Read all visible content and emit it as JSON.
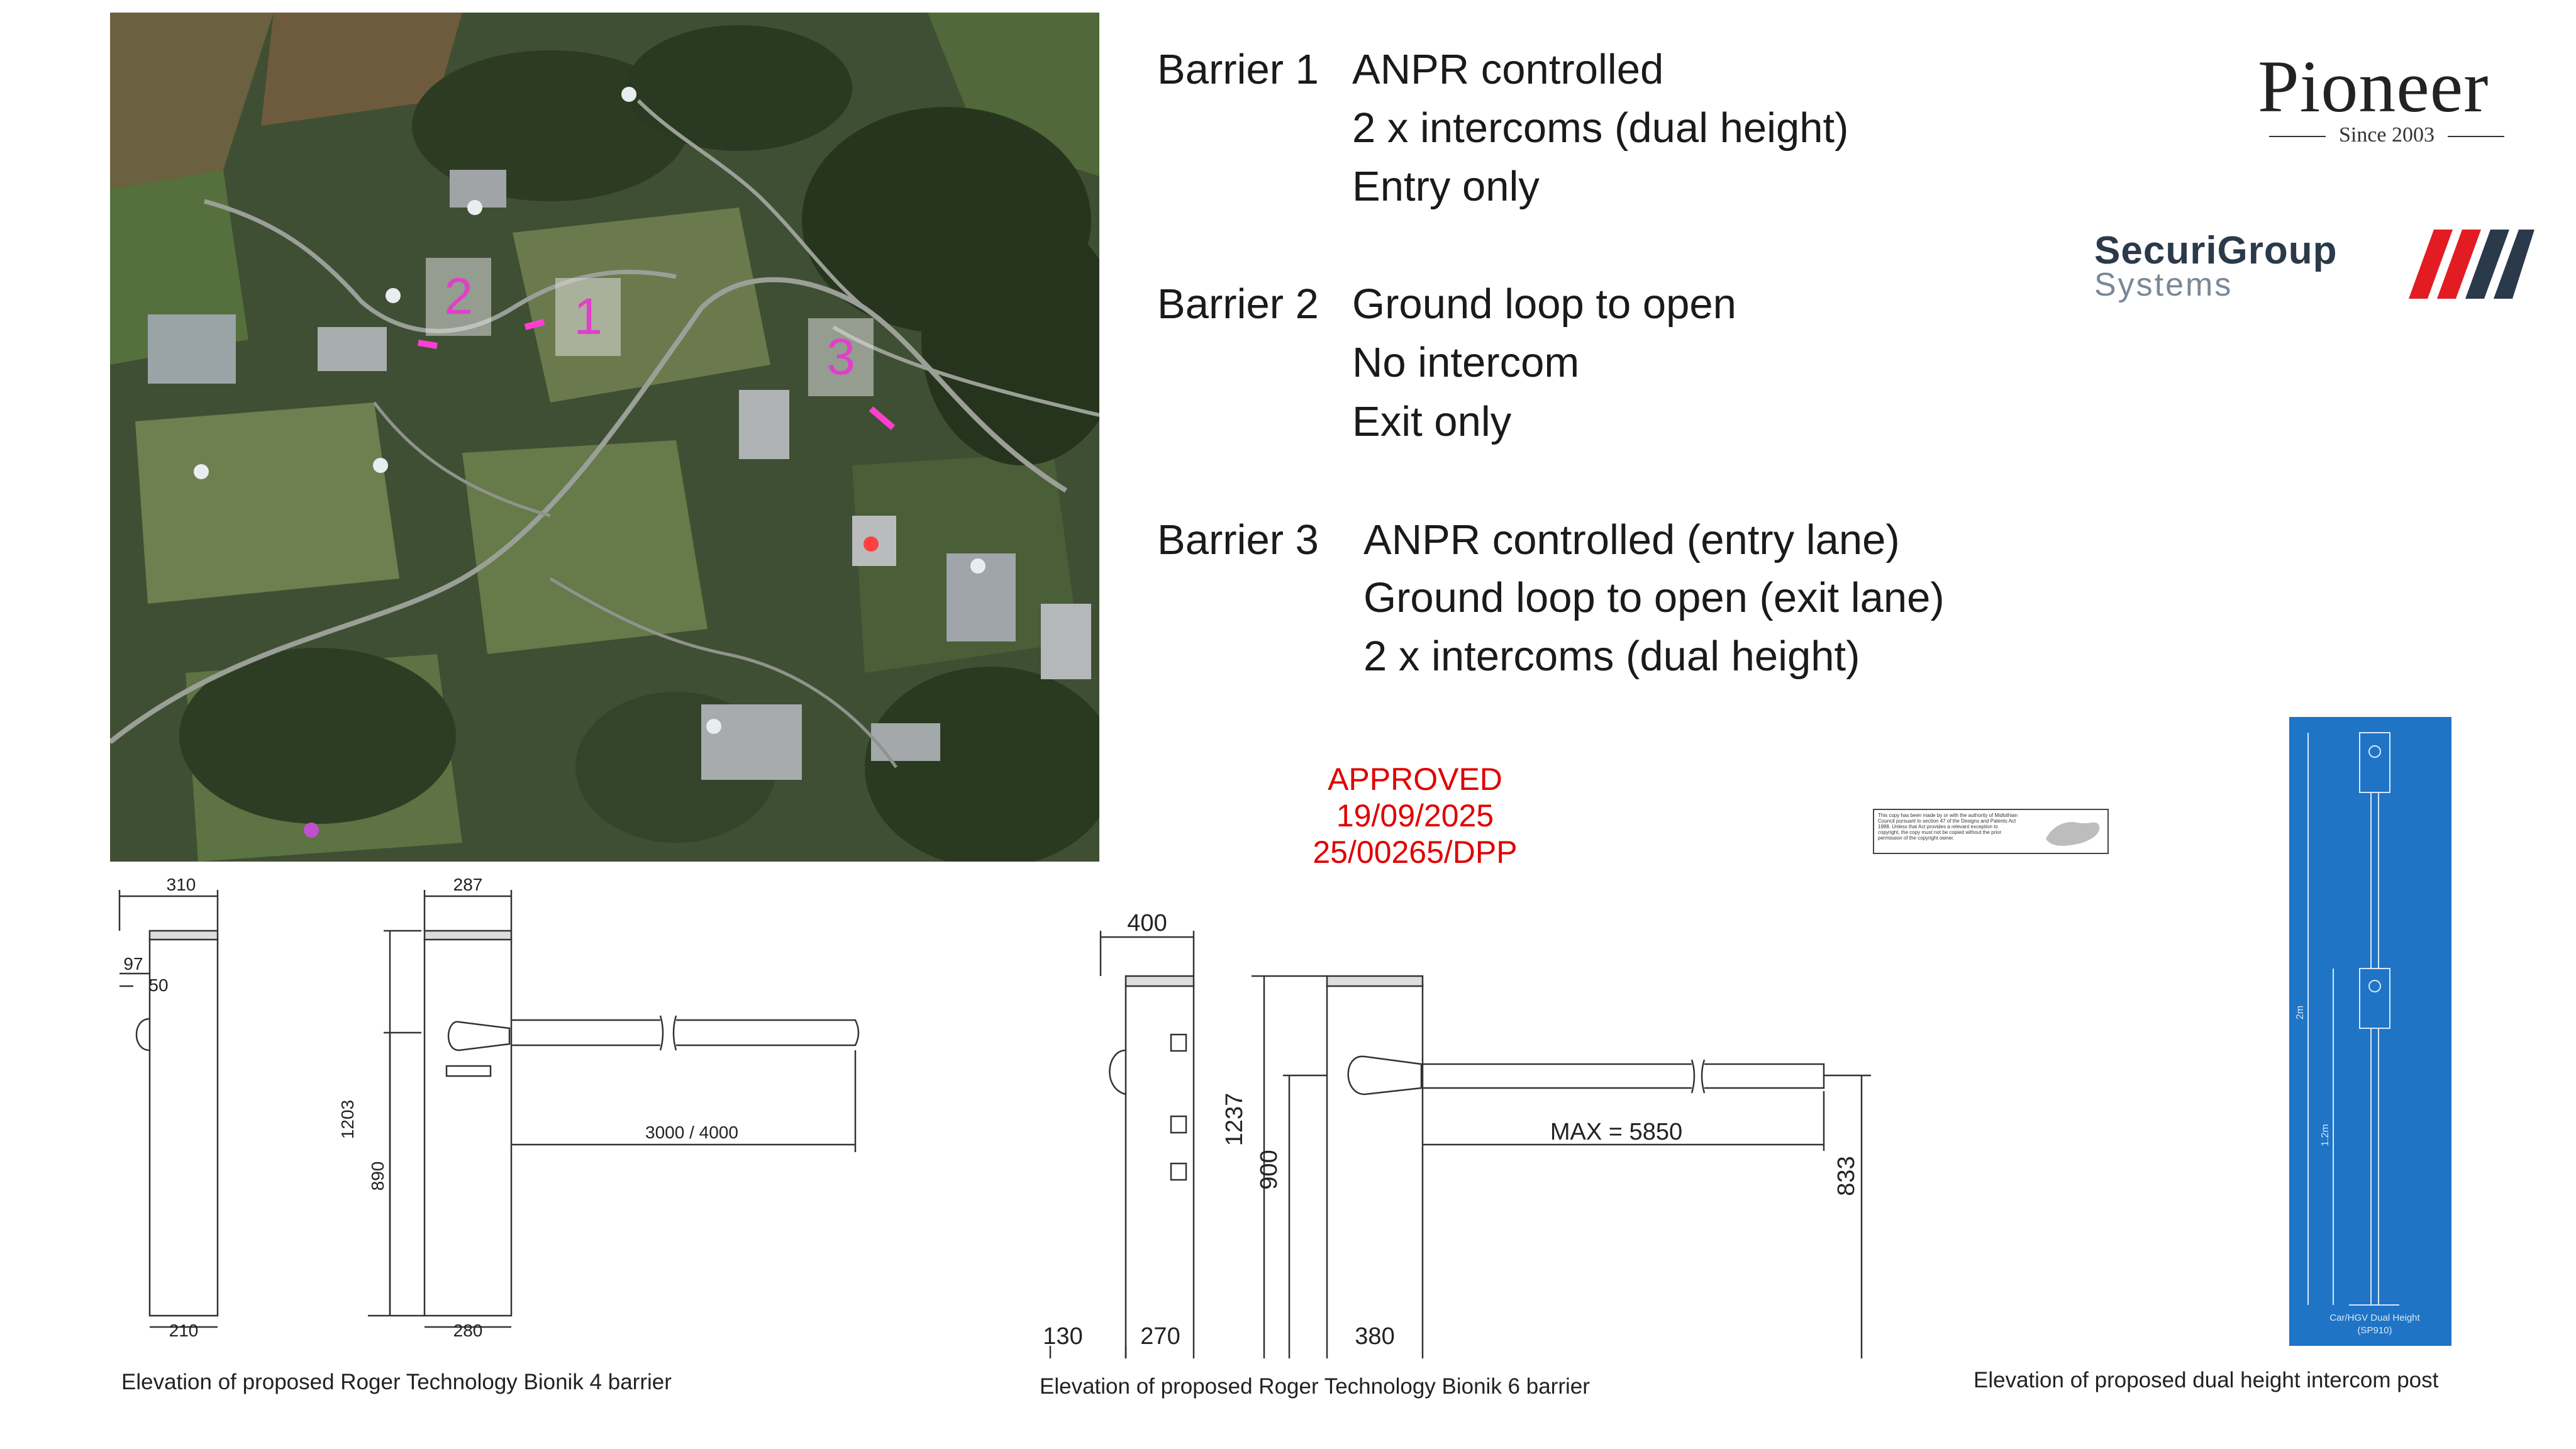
{
  "map": {
    "markers": [
      {
        "label": "2"
      },
      {
        "label": "1"
      },
      {
        "label": "3"
      }
    ]
  },
  "barriers": [
    {
      "name": "Barrier 1",
      "lines": [
        "ANPR controlled",
        "2 x intercoms (dual height)",
        "Entry only"
      ]
    },
    {
      "name": "Barrier 2",
      "lines": [
        "Ground loop to open",
        "No intercom",
        "Exit only"
      ]
    },
    {
      "name": "Barrier 3",
      "lines": [
        "ANPR controlled (entry lane)",
        "Ground loop to open (exit lane)",
        "2 x intercoms (dual height)"
      ]
    }
  ],
  "approval": {
    "status": "APPROVED",
    "date": "19/09/2025",
    "reference": "25/00265/DPP",
    "color": "#e00000"
  },
  "logos": {
    "pioneer": {
      "name": "Pioneer",
      "since": "Since 2003"
    },
    "securigroup": {
      "name": "SecuriGroup",
      "sub": "Systems",
      "accent_red": "#e31b23",
      "accent_navy": "#2a3a4a"
    }
  },
  "copyright_notice": "This copy has been made by or with the authority of Midlothian Council pursuant to section 47 of the Designs and Patents Act 1988. Unless that Act provides a relevant exception to copyright, the copy must not be copied without the prior permission of the copyright owner.",
  "bionik4": {
    "dims": {
      "top_width": "310",
      "offset_a": "97",
      "offset_b": "50",
      "base_width": "210",
      "cabinet_top": "287",
      "height": "1203",
      "pivot_height": "890",
      "arm_length": "3000 / 4000",
      "cabinet_base": "280"
    },
    "caption": "Elevation of proposed Roger Technology Bionik 4 barrier"
  },
  "bionik6": {
    "dims": {
      "top_width": "400",
      "offset": "130",
      "base_width": "270",
      "height": "1237",
      "pivot_height": "900",
      "arm_length": "MAX = 5850",
      "arm_height": "833",
      "cabinet_base": "380"
    },
    "caption": "Elevation of proposed Roger Technology Bionik 6 barrier"
  },
  "intercom": {
    "dims": {
      "total": "2m",
      "lower": "1.2m"
    },
    "label": "Car/HGV Dual Height",
    "model": "(SP910)",
    "panel_color": "#1f74c6",
    "caption": "Elevation of proposed dual height intercom post"
  }
}
